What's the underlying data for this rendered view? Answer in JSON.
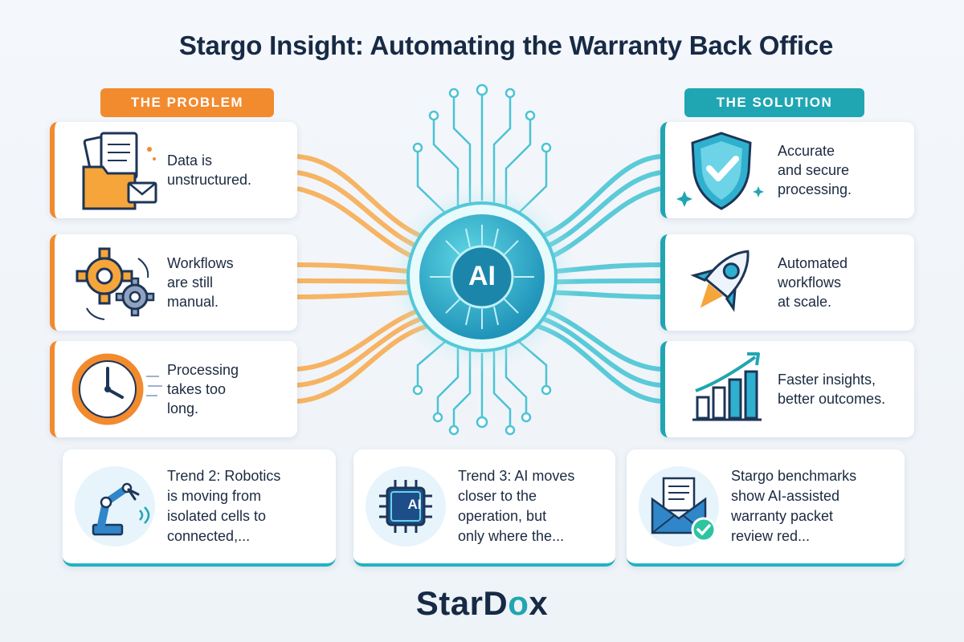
{
  "title": "Stargo Insight: Automating the Warranty Back Office",
  "problem_label": "THE PROBLEM",
  "solution_label": "THE SOLUTION",
  "hub_label": "AI",
  "problems": [
    {
      "line1": "Data is",
      "line2": "unstructured.",
      "line3": "",
      "icon": "documents-folder-icon"
    },
    {
      "line1": "Workflows",
      "line2": "are still",
      "line3": "manual.",
      "icon": "gears-icon"
    },
    {
      "line1": "Processing",
      "line2": "takes too",
      "line3": "long.",
      "icon": "clock-icon"
    }
  ],
  "solutions": [
    {
      "line1": "Accurate",
      "line2": "and secure",
      "line3": "processing.",
      "icon": "shield-check-icon"
    },
    {
      "line1": "Automated",
      "line2": "workflows",
      "line3": "at scale.",
      "icon": "rocket-icon"
    },
    {
      "line1": "Faster insights,",
      "line2": "better outcomes.",
      "line3": "",
      "icon": "growth-chart-icon"
    }
  ],
  "trends": [
    {
      "line1": "Trend 2: Robotics",
      "line2": "is moving from",
      "line3": "isolated cells to",
      "line4": "connected,...",
      "icon": "robot-arm-icon"
    },
    {
      "line1": "Trend 3: AI moves",
      "line2": "closer to the",
      "line3": "operation, but",
      "line4": "only where the...",
      "icon": "ai-chip-icon"
    },
    {
      "line1": "Stargo benchmarks",
      "line2": "show AI-assisted",
      "line3": "warranty packet",
      "line4": "review red...",
      "icon": "envelope-check-icon"
    }
  ],
  "brand": {
    "part1": "StarD",
    "part2": "o",
    "part3": "x"
  },
  "colors": {
    "orange": "#f28a2e",
    "teal": "#1fa6b2",
    "navy": "#172a45"
  }
}
